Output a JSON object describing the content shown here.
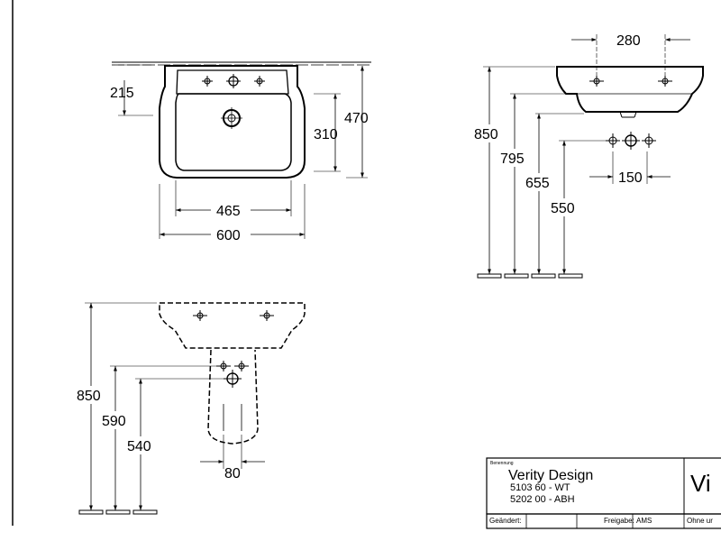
{
  "front_view": {
    "dim_215": "215",
    "dim_310": "310",
    "dim_470": "470",
    "dim_465": "465",
    "dim_600": "600"
  },
  "side_view": {
    "dim_280": "280",
    "dim_850": "850",
    "dim_795": "795",
    "dim_655": "655",
    "dim_550": "550",
    "dim_150": "150"
  },
  "pedestal_view": {
    "dim_850": "850",
    "dim_590": "590",
    "dim_540": "540",
    "dim_80": "80"
  },
  "title_block": {
    "label_benennung": "Benennung",
    "product_name": "Verity Design",
    "code_wt": "5103 60 - WT",
    "code_abh": "5202 00 - ABH",
    "logo_partial": "Vi",
    "label_geaendert": "Geändert:",
    "label_freigabe": "Freigabe:",
    "freigabe_value": "AMS",
    "note_partial": "Ohne ur"
  }
}
